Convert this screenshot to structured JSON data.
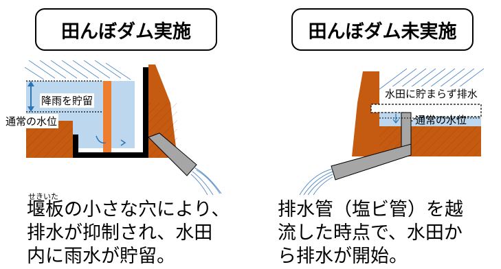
{
  "titles": {
    "left": "田んぼダム実施",
    "right": "田んぼダム未実施"
  },
  "left_diagram": {
    "rain_storage_label": "降雨を貯留",
    "normal_water_level_label": "通常の水位"
  },
  "right_diagram": {
    "overflow_label": "水田に貯まらず排水",
    "normal_water_level_label": "通常の水位"
  },
  "left_description": {
    "furigana": "せきいた",
    "lines": [
      "堰板の小さな穴により、",
      "排水が抑制され、水田",
      "内に雨水が貯留。"
    ]
  },
  "right_description": {
    "lines": [
      "排水管（塩ビ管）を越",
      "流した時点で、水田か",
      "ら排水が開始。"
    ]
  },
  "colors": {
    "soil": "#c55a11",
    "water": "#bdd7ee",
    "pipe": "#a6a6a6",
    "orange_board": "#ed7d31",
    "arrow_blue": "#2e75b6"
  }
}
